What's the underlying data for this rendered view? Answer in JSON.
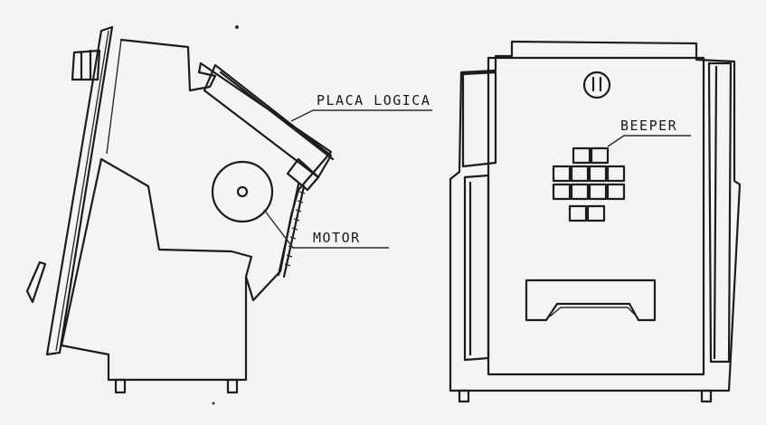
{
  "labels": {
    "placa_logica": "PLACA LOGICA",
    "motor": "MOTOR",
    "beeper": "BEEPER"
  },
  "colors": {
    "line": "#1c1c1c",
    "paper": "#f4f4f2"
  }
}
